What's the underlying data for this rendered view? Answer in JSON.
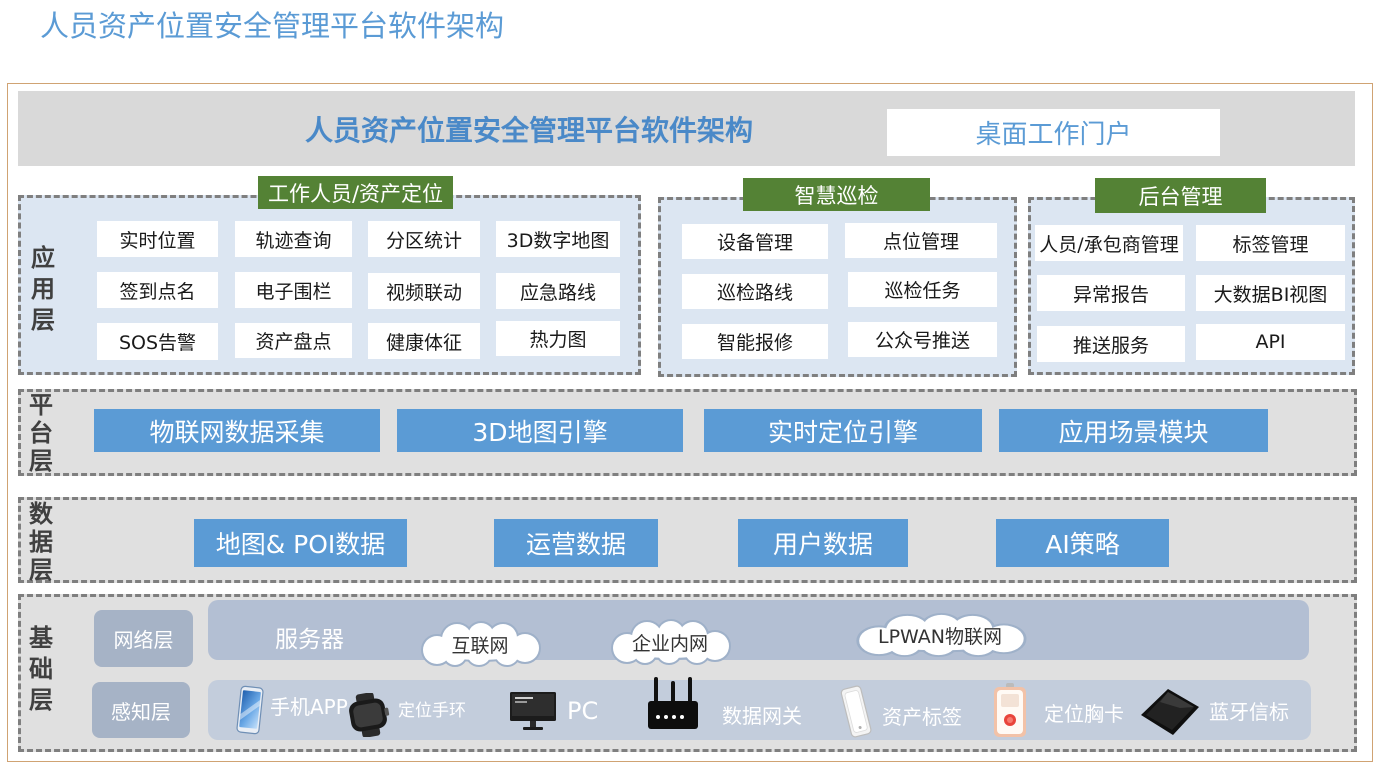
{
  "page_title": "人员资产位置安全管理平台软件架构",
  "header": {
    "title": "人员资产位置安全管理平台软件架构",
    "portal": "桌面工作门户"
  },
  "application_layer": {
    "label": "应用层",
    "groups": [
      {
        "title": "工作人员/资产定位",
        "items": [
          "实时位置",
          "轨迹查询",
          "分区统计",
          "3D数字地图",
          "签到点名",
          "电子围栏",
          "视频联动",
          "应急路线",
          "SOS告警",
          "资产盘点",
          "健康体征",
          "热力图"
        ]
      },
      {
        "title": "智慧巡检",
        "items": [
          "设备管理",
          "点位管理",
          "巡检路线",
          "巡检任务",
          "智能报修",
          "公众号推送"
        ]
      },
      {
        "title": "后台管理",
        "items": [
          "人员/承包商管理",
          "标签管理",
          "异常报告",
          "大数据BI视图",
          "推送服务",
          "API"
        ]
      }
    ]
  },
  "platform_layer": {
    "label": "平台层",
    "modules": [
      "物联网数据采集",
      "3D地图引擎",
      "实时定位引擎",
      "应用场景模块"
    ]
  },
  "data_layer": {
    "label": "数据层",
    "modules": [
      "地图& POI数据",
      "运营数据",
      "用户数据",
      "AI策略"
    ]
  },
  "infrastructure_layer": {
    "label": "基础层",
    "network": {
      "label": "网络层",
      "server": "服务器",
      "clouds": [
        "互联网",
        "企业内网",
        "LPWAN物联网"
      ]
    },
    "perception": {
      "label": "感知层",
      "devices": [
        {
          "label": "手机APP",
          "icon": "phone-icon"
        },
        {
          "label": "定位手环",
          "icon": "smartwatch-icon"
        },
        {
          "label": "PC",
          "icon": "pc-monitor-icon"
        },
        {
          "label": "数据网关",
          "icon": "gateway-router-icon"
        },
        {
          "label": "资产标签",
          "icon": "asset-tag-icon"
        },
        {
          "label": "定位胸卡",
          "icon": "badge-card-icon"
        },
        {
          "label": "蓝牙信标",
          "icon": "bluetooth-beacon-icon"
        }
      ]
    }
  },
  "colors": {
    "title_blue": "#5b9bd5",
    "header_text": "#4a89c8",
    "header_band": "#d9d9d9",
    "frame": "#d0a373",
    "dashed_border": "#7f7f7f",
    "app_panel": "#dce6f2",
    "layer_panel": "#e0e0e0",
    "group_header_green": "#548235",
    "module_blue": "#5b9bd5",
    "sublayer_label": "#a6b3c6",
    "network_bar": "#b3bfd3",
    "perception_bar": "#c3cddc"
  }
}
